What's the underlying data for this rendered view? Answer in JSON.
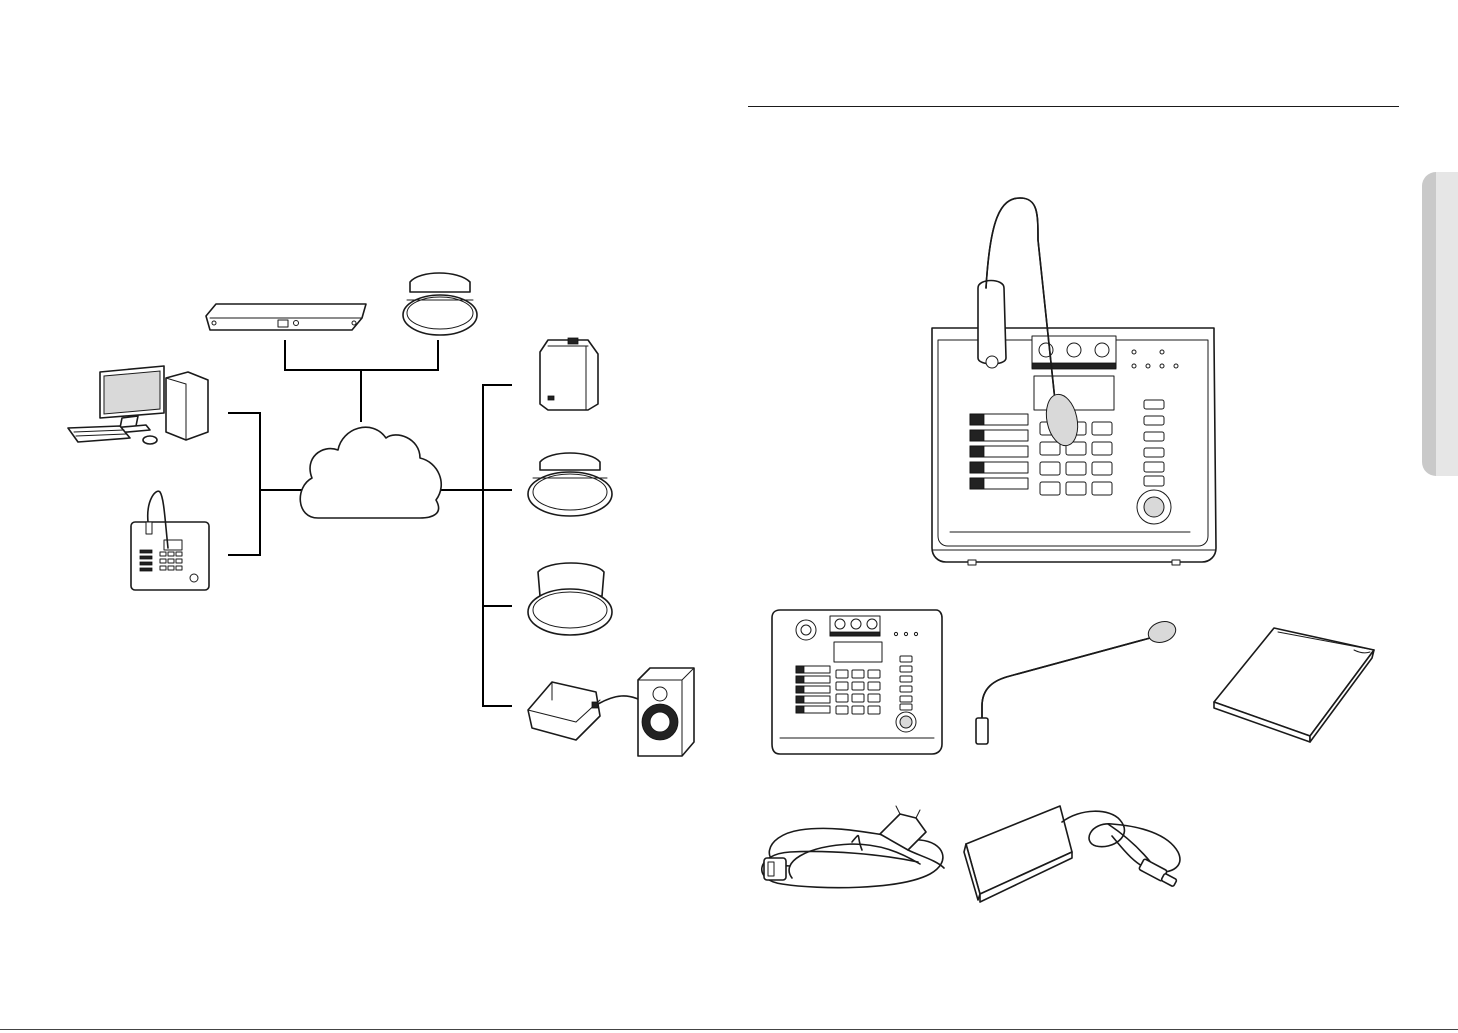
{
  "page": {
    "background": "#ffffff",
    "rule_color": "#1a1a1a",
    "tab_color": "#c9c9c9"
  },
  "network_diagram": {
    "nodes": [
      {
        "id": "pc",
        "icon": "desktop-computer-icon"
      },
      {
        "id": "paging-console",
        "icon": "paging-console-icon"
      },
      {
        "id": "rack-unit",
        "icon": "rack-mount-unit-icon"
      },
      {
        "id": "ceiling-speaker-top",
        "icon": "ceiling-speaker-icon"
      },
      {
        "id": "network-cloud",
        "icon": "network-cloud-icon"
      },
      {
        "id": "wall-speaker",
        "icon": "wall-speaker-icon"
      },
      {
        "id": "ceiling-speaker-flat",
        "icon": "ceiling-speaker-icon"
      },
      {
        "id": "ceiling-speaker-deep",
        "icon": "ceiling-speaker-icon"
      },
      {
        "id": "audio-adapter-with-monitor",
        "icon": "audio-adapter-speaker-icon"
      }
    ]
  },
  "components": [
    {
      "id": "console-main",
      "icon": "paging-console-with-microphone-icon"
    },
    {
      "id": "console-unit",
      "icon": "paging-console-icon"
    },
    {
      "id": "gooseneck-mic",
      "icon": "gooseneck-microphone-icon"
    },
    {
      "id": "manual",
      "icon": "manual-booklet-icon"
    },
    {
      "id": "power-cord",
      "icon": "power-cord-icon"
    },
    {
      "id": "power-adapter",
      "icon": "power-adapter-icon"
    }
  ]
}
